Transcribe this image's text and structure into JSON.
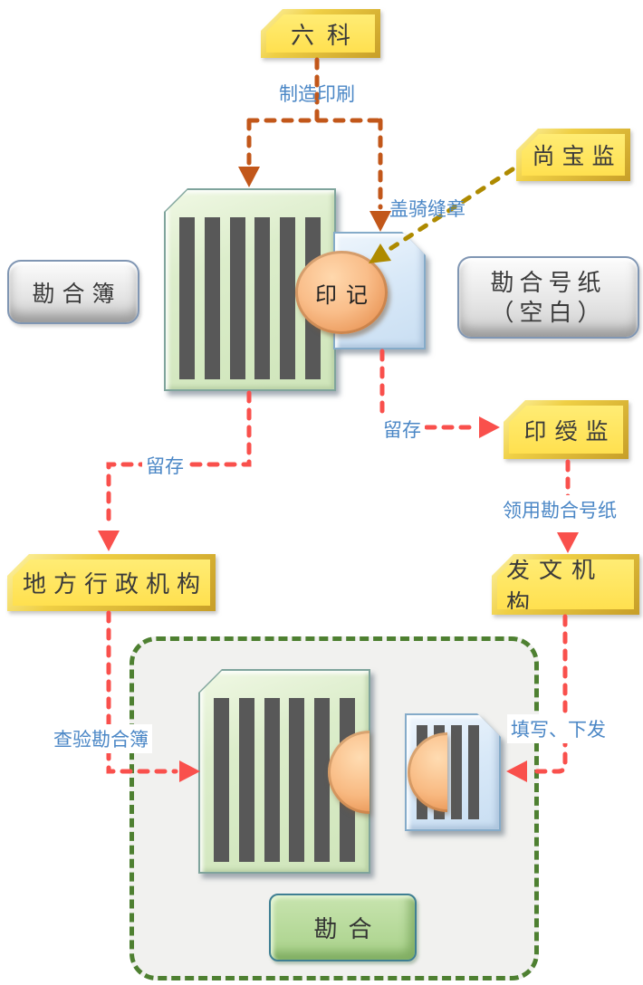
{
  "boxes": {
    "liuke": "六科",
    "shangbaojian": "尚宝监",
    "yinshoujian": "印绶监",
    "difang_xingzheng": "地方行政机构",
    "fawen_jigou": "发文机构"
  },
  "tags": {
    "kanhebu": "勘合簿",
    "kanhe_haozhi_line1": "勘合号纸",
    "kanhe_haozhi_line2": "（空白）"
  },
  "seal": {
    "label": "印记"
  },
  "result": {
    "label": "勘合"
  },
  "edge_labels": {
    "make_print": "制造印刷",
    "stamp_seam": "盖骑缝章",
    "retain_left": "留存",
    "retain_right": "留存",
    "receive_paper": "领用勘合号纸",
    "check_book": "查验勘合簿",
    "fill_issue": "填写、下发"
  },
  "colors": {
    "yellow_box_fill": "#ffe45e",
    "yellow_box_edge": "#c79e28",
    "gray_tag_border": "#8096b3",
    "green_doc_fill": "#dcedcb",
    "blue_doc_fill": "#d9e9f8",
    "doc_stripe": "#585858",
    "seal_fill": "#f8bb87",
    "red_arrow": "#f9504c",
    "orange_arrow": "#c2571a",
    "olive_arrow": "#ae8a00",
    "label_blue": "#4b87c6",
    "pen_border_green": "#4e8031",
    "result_button_fill": "#a8d189"
  }
}
